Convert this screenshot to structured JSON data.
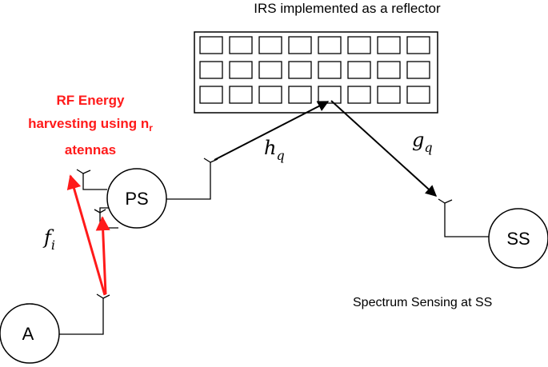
{
  "irs": {
    "caption": "IRS implemented as a reflector",
    "rows": 3,
    "cols": 8
  },
  "nodes": {
    "ps": "PS",
    "ss": "SS",
    "a": "A"
  },
  "channels": {
    "h": "h",
    "h_sub": "q",
    "g": "g",
    "g_sub": "q",
    "f": "f",
    "f_sub": "i"
  },
  "rf_label": {
    "line1": "RF Energy",
    "line2_prefix": "harvesting using n",
    "line2_sub": "r",
    "line3": "atennas"
  },
  "ss_caption": "Spectrum Sensing at SS",
  "colors": {
    "line": "#000000",
    "accent": "#ff1a1a",
    "background": "#ffffff"
  }
}
